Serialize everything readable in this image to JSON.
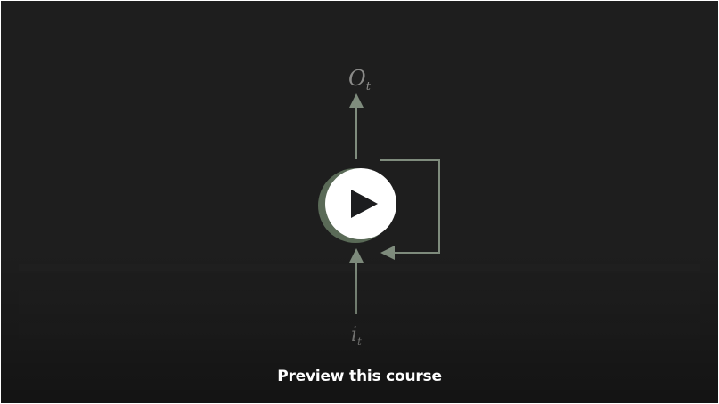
{
  "preview": {
    "label": "Preview this course",
    "play_icon": "play-icon"
  },
  "diagram": {
    "output_label": "O",
    "output_subscript": "t",
    "input_label": "i",
    "input_subscript": "t"
  },
  "colors": {
    "background": "#1e1e1e",
    "arrow": "#7f8c7d",
    "node_shadow": "#5a6a57",
    "play_circle": "#ffffff",
    "play_triangle": "#1c1d1f"
  }
}
